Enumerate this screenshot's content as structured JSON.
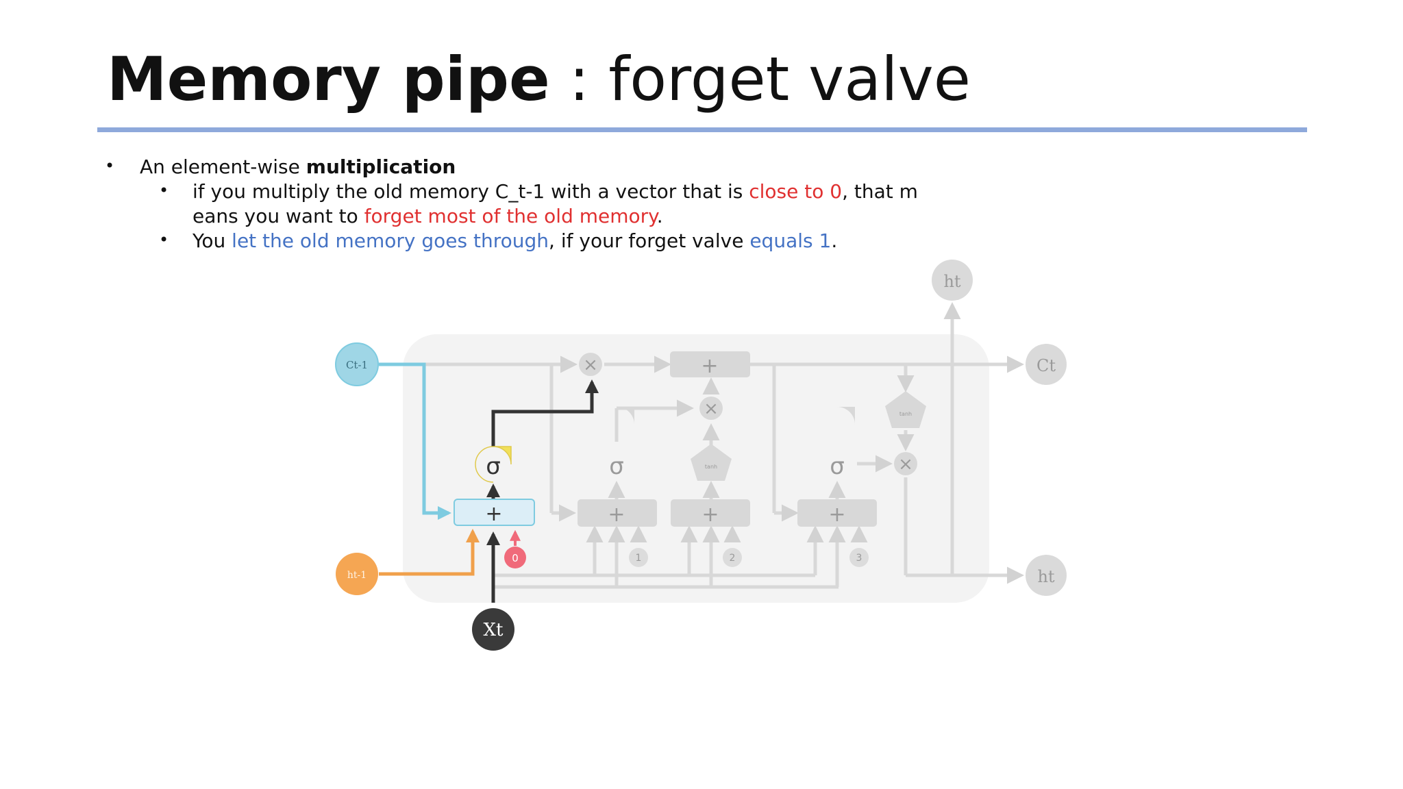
{
  "slide": {
    "title_bold": "Memory pipe",
    "title_sep": " : ",
    "title_rest": "forget valve"
  },
  "bullets": {
    "b1": {
      "pre": "An element-wise ",
      "strong": "multiplication"
    },
    "b2": {
      "pre": "if you multiply the old memory C_t-1 with a vector that is ",
      "red1": "close to 0",
      "mid": ", that m",
      "pre2": "eans you want to ",
      "red2": "forget most of the old memory",
      "post2": "."
    },
    "b3": {
      "pre": "You ",
      "blue1": "let the old memory goes through",
      "mid": ", if your forget valve ",
      "blue2": "equals 1",
      "post": "."
    }
  },
  "diagram": {
    "nodes": {
      "c_prev": "Ct-1",
      "h_prev": "ht-1",
      "x_t": "Xt",
      "c_t": "Ct",
      "h_t_right": "ht",
      "h_t_top": "ht"
    },
    "ops": {
      "sigma": "σ",
      "plus": "+",
      "times": "×",
      "tanh": "tanh"
    },
    "bias": [
      "0",
      "1",
      "2",
      "3"
    ],
    "colors": {
      "cell_line": "#7ecbe0",
      "hidden_line": "#f0a04b",
      "input_line": "#333333",
      "sigma_active": "#f1e05a",
      "bias_active": "#f06a7a",
      "inactive": "#d2d2d2",
      "inactive_text": "#9a9a9a"
    }
  }
}
